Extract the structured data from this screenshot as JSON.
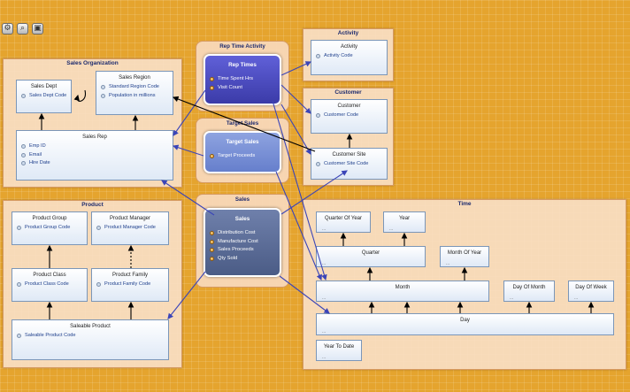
{
  "colors": {
    "canvas": "#e5a42e",
    "group_fill": "#f8dec4",
    "fact_blue": "#4f4fbf",
    "fact_light": "#7c93d6",
    "fact_dark": "#5e6f9a",
    "link_blue": "#3b45b8",
    "arrow_black": "#000000"
  },
  "toolbar": [
    "settings-icon",
    "zoom-icon",
    "fit-icon"
  ],
  "groups": {
    "sales_org": "Sales Organization",
    "product": "Product",
    "activity": "Activity",
    "customer": "Customer",
    "time": "Time"
  },
  "tables": {
    "sales_dept": {
      "title": "Sales Dept",
      "fields": [
        "Sales Dept Code"
      ]
    },
    "sales_region": {
      "title": "Sales Region",
      "fields": [
        "Standard Region Code",
        "Population in millions"
      ]
    },
    "sales_rep": {
      "title": "Sales Rep",
      "fields": [
        "Emp ID",
        "Email",
        "Hire Date"
      ]
    },
    "product_group": {
      "title": "Product Group",
      "fields": [
        "Product Group Code"
      ]
    },
    "product_manager": {
      "title": "Product Manager",
      "fields": [
        "Product Manager Code"
      ]
    },
    "product_class": {
      "title": "Product Class",
      "fields": [
        "Product Class Code"
      ]
    },
    "product_family": {
      "title": "Product Family",
      "fields": [
        "Product Family Code"
      ]
    },
    "saleable_product": {
      "title": "Saleable Product",
      "fields": [
        "Saleable Product Code"
      ]
    },
    "activity": {
      "title": "Activity",
      "fields": [
        "Activity Code"
      ]
    },
    "customer": {
      "title": "Customer",
      "fields": [
        "Customer Code"
      ]
    },
    "customer_site": {
      "title": "Customer Site",
      "fields": [
        "Customer Site Code"
      ]
    },
    "quarter_of_year": {
      "title": "Quarter Of Year",
      "ellipsis": "..."
    },
    "year": {
      "title": "Year",
      "ellipsis": "..."
    },
    "quarter": {
      "title": "Quarter",
      "ellipsis": "..."
    },
    "month_of_year": {
      "title": "Month Of Year",
      "ellipsis": "..."
    },
    "month": {
      "title": "Month",
      "ellipsis": "..."
    },
    "day_of_month": {
      "title": "Day Of Month",
      "ellipsis": "..."
    },
    "day_of_week": {
      "title": "Day Of Week",
      "ellipsis": "..."
    },
    "day": {
      "title": "Day",
      "ellipsis": "..."
    },
    "year_to_date": {
      "title": "Year To Date",
      "ellipsis": "..."
    }
  },
  "facts": {
    "rep_time": {
      "wrapper": "Rep Time Activity",
      "name": "Rep Times",
      "measures": [
        "Time Spent Hrs",
        "Visit Count"
      ]
    },
    "target_sales": {
      "wrapper": "Target Sales",
      "name": "Target Sales",
      "measures": [
        "Target Proceeds"
      ]
    },
    "sales": {
      "wrapper": "Sales",
      "name": "Sales",
      "measures": [
        "Distribution Cost",
        "Manufacture Cost",
        "Sales Proceeds",
        "Qty Sold"
      ]
    }
  }
}
